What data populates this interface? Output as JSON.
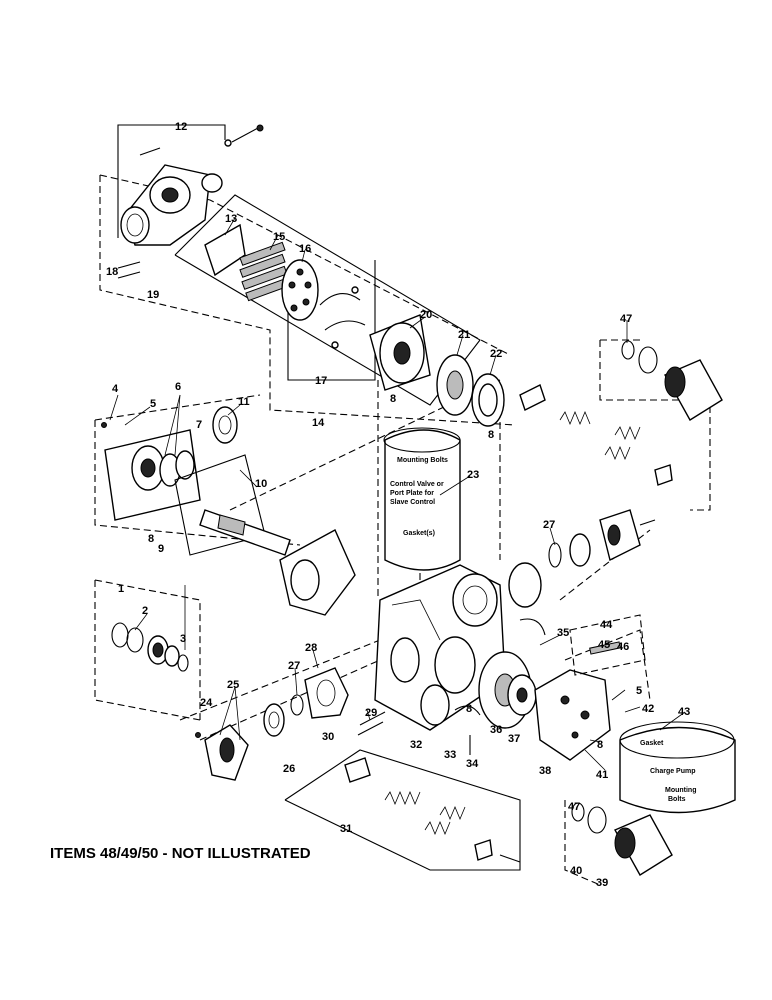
{
  "note": "ITEMS 48/49/50 - NOT ILLUSTRATED",
  "callouts": {
    "c1": "1",
    "c2": "2",
    "c3": "3",
    "c4": "4",
    "c5": "5",
    "c5b": "5",
    "c6": "6",
    "c7": "7",
    "c8a": "8",
    "c8b": "8",
    "c8c": "8",
    "c8d": "8",
    "c8e": "8",
    "c9": "9",
    "c10": "10",
    "c11": "11",
    "c12": "12",
    "c13": "13",
    "c14": "14",
    "c15": "15",
    "c16": "16",
    "c17": "17",
    "c18": "18",
    "c19": "19",
    "c20": "20",
    "c21": "21",
    "c22": "22",
    "c23": "23",
    "c24": "24",
    "c25": "25",
    "c26": "26",
    "c27a": "27",
    "c27b": "27",
    "c28": "28",
    "c29": "29",
    "c30": "30",
    "c31": "31",
    "c32": "32",
    "c33": "33",
    "c34": "34",
    "c35": "35",
    "c36": "36",
    "c37": "37",
    "c38": "38",
    "c39": "39",
    "c40": "40",
    "c41": "41",
    "c42": "42",
    "c43": "43",
    "c44": "44",
    "c45": "45",
    "c46": "46",
    "c47a": "47",
    "c47b": "47"
  },
  "cyl23": {
    "line1": "Mounting Bolts",
    "line2": "Control Valve or",
    "line3": "Port Plate for",
    "line4": "Slave Control",
    "line5": "Gasket(s)"
  },
  "cyl43": {
    "line1": "Gasket",
    "line2": "Charge Pump",
    "line3": "Mounting",
    "line4": "Bolts"
  }
}
